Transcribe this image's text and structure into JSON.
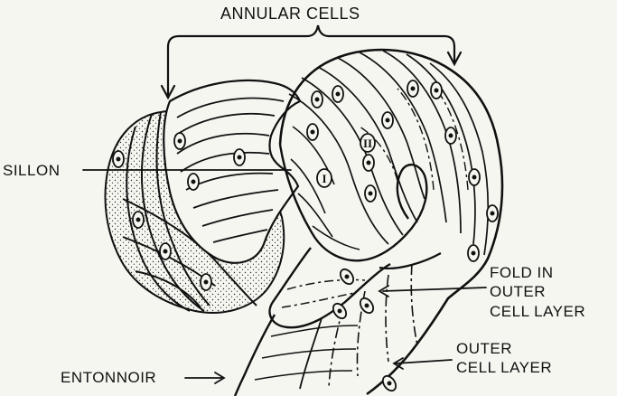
{
  "labels": {
    "annular_cells": "ANNULAR CELLS",
    "sillon": "SILLON",
    "fold_line1": "FOLD IN",
    "fold_line2": "OUTER",
    "fold_line3": "CELL LAYER",
    "outer_line1": "OUTER",
    "outer_line2": "CELL LAYER",
    "entonnoir": "ENTONNOIR"
  },
  "nucleus_marks": {
    "one": "I",
    "two": "II"
  },
  "colors": {
    "ink": "#111111",
    "paper": "#f6f6f1"
  }
}
